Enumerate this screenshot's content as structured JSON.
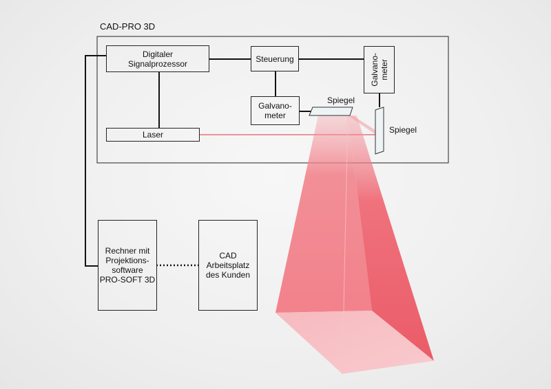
{
  "system_title": "CAD-PRO 3D",
  "blocks": {
    "dsp": "Digitaler\nSignalprozessor",
    "steuerung": "Steuerung",
    "galvanometer_top": "Galvano-\nmeter",
    "galvanometer_mid": "Galvano-\nmeter",
    "laser": "Laser",
    "rechner": "Rechner mit\nProjektions-\nsoftware\nPRO-SOFT 3D",
    "cad": "CAD\nArbeitsplatz\ndes Kunden"
  },
  "mirror_labels": {
    "horizontal": "Spiegel",
    "vertical": "Spiegel"
  },
  "colors": {
    "beam": "#e0303a",
    "beam_fill": "#f4808a"
  }
}
